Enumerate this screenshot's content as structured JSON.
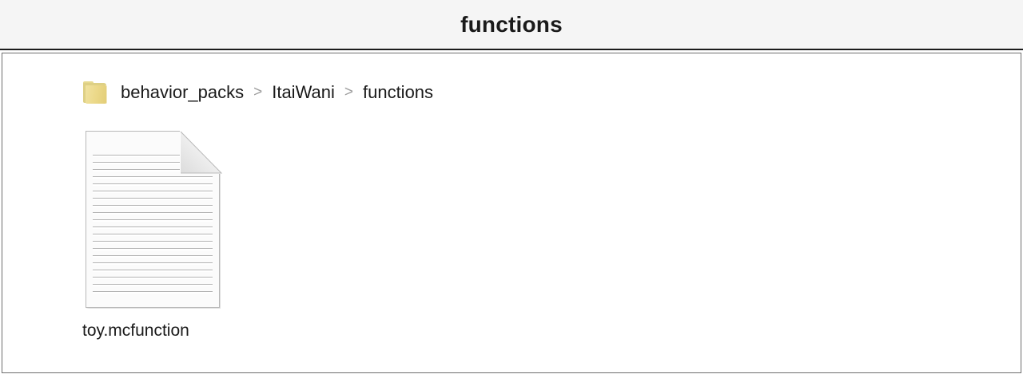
{
  "window": {
    "title": "functions"
  },
  "breadcrumb": {
    "folder_icon": "folder-icon",
    "separator": ">",
    "items": [
      {
        "label": "behavior_packs"
      },
      {
        "label": "ItaiWani"
      },
      {
        "label": "functions"
      }
    ]
  },
  "files": [
    {
      "name": "toy.mcfunction",
      "icon": "text-document-icon",
      "type": "mcfunction"
    }
  ],
  "colors": {
    "header_background": "#f5f5f5",
    "header_border": "#1c1c1c",
    "panel_border": "#6d6d6d",
    "panel_background": "#ffffff",
    "text": "#1a1a1a",
    "separator_text": "#9e9e9e",
    "folder_yellow": "#ecd98a",
    "document_paper": "#fbfbfb",
    "document_line": "#b4b4b4"
  }
}
